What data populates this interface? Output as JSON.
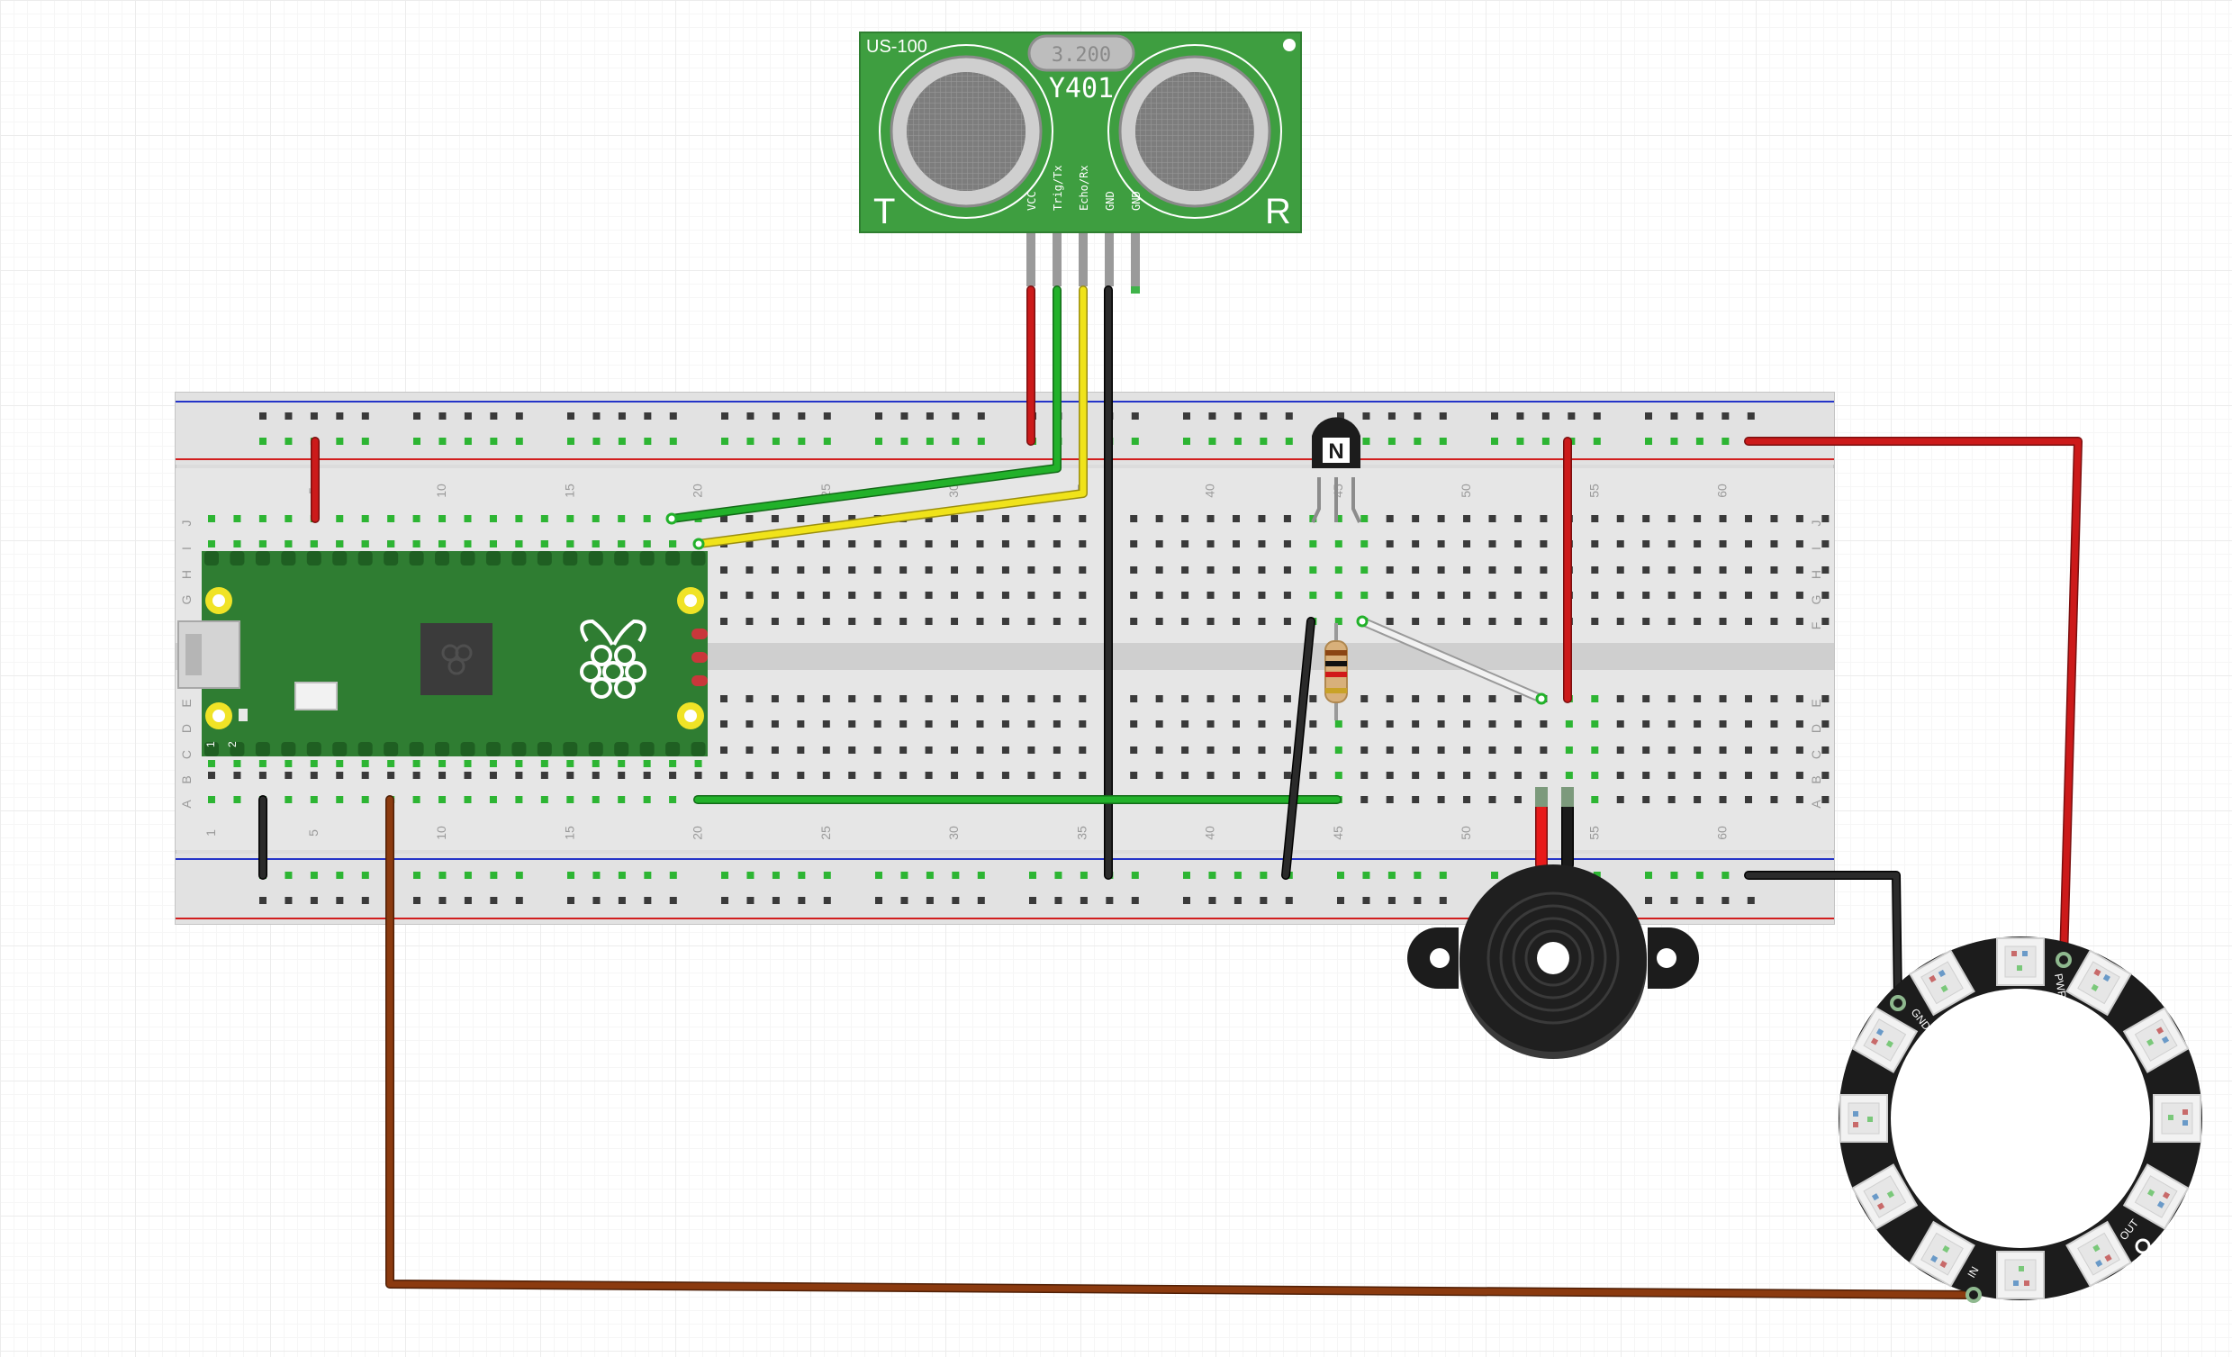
{
  "sensor": {
    "model": "US-100",
    "crystal": "3.200",
    "chip": "Y401",
    "tx_label": "T",
    "rx_label": "R",
    "pins": [
      "VCC",
      "Trig/Tx",
      "Echo/Rx",
      "GND",
      "GND"
    ]
  },
  "breadboard": {
    "row_letters_top": [
      "J",
      "I",
      "H",
      "G",
      "F"
    ],
    "row_letters_bottom": [
      "E",
      "D",
      "C",
      "B",
      "A"
    ],
    "column_numbers": [
      "1",
      "5",
      "10",
      "15",
      "20",
      "25",
      "30",
      "35",
      "40",
      "45",
      "50",
      "55",
      "60"
    ]
  },
  "pico": {
    "pin_labels": [
      "1",
      "2"
    ]
  },
  "transistor": {
    "marking": "N"
  },
  "neopixel": {
    "pin_labels": [
      "GND",
      "PWR",
      "IN",
      "OUT"
    ]
  },
  "colors": {
    "pcb_green": "#3f9b3f",
    "pico_green": "#2f7d32",
    "wire_red": "#cc1a1a",
    "wire_green": "#22b12a",
    "wire_yellow": "#f0e31a",
    "wire_black": "#222222",
    "wire_brown": "#8b3a0f",
    "wire_white": "#e8e8e8"
  }
}
